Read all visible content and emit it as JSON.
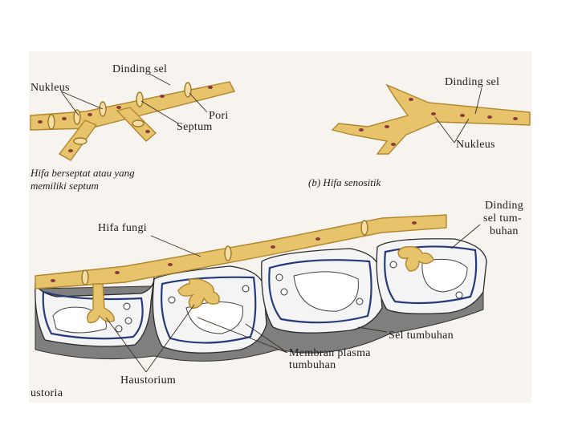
{
  "figure": {
    "panel_a": {
      "labels": {
        "cell_wall": "Dinding sel",
        "nucleus": "Nukleus",
        "pore": "Pori",
        "septum": "Septum"
      },
      "caption_line1": "Hifa berseptat atau yang",
      "caption_line2": "memiliki septum"
    },
    "panel_b": {
      "labels": {
        "cell_wall": "Dinding sel",
        "nucleus": "Nukleus"
      },
      "caption": "(b)  Hifa senositik"
    },
    "panel_c": {
      "labels": {
        "fungal_hypha": "Hifa fungi",
        "plant_cell_wall_line1": "Dinding",
        "plant_cell_wall_line2": "sel tum-",
        "plant_cell_wall_line3": "buhan",
        "plant_cell": "Sel tumbuhan",
        "plasma_membrane_line1": "Membran plasma",
        "plasma_membrane_line2": "tumbuhan",
        "haustorium": "Haustorium",
        "haustoria_cut": "ustoria"
      }
    },
    "colors": {
      "hypha_fill": "#e7c46b",
      "nucleus": "#8a3a3a",
      "plant_membrane": "#253a7a",
      "page_background": "#ffffff"
    }
  }
}
